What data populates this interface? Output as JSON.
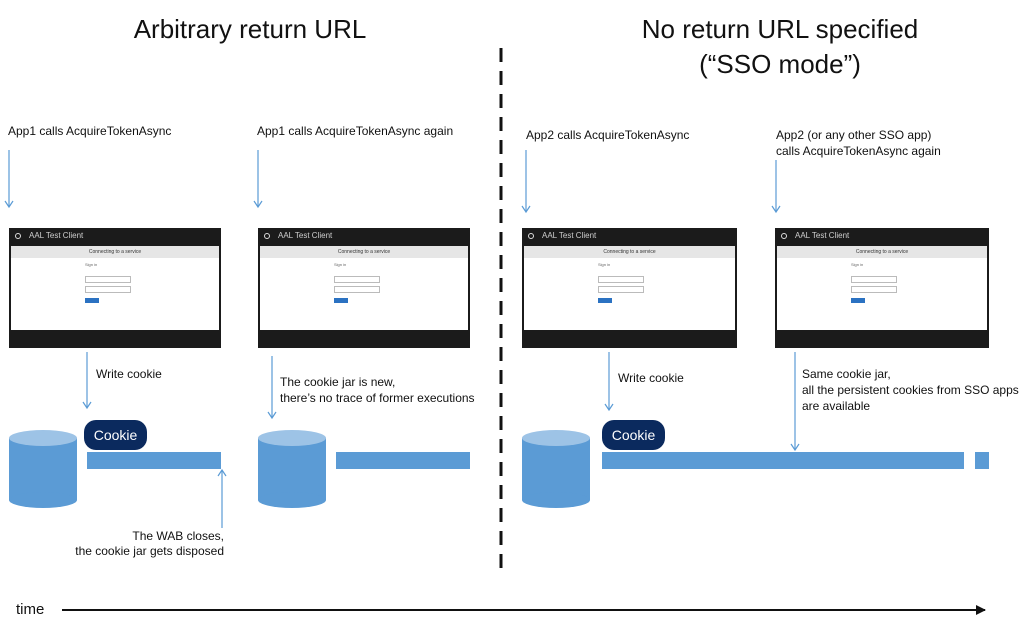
{
  "left_section": {
    "title": "Arbitrary return URL",
    "step1": "App1 calls AcquireTokenAsync",
    "step2": "App1 calls AcquireTokenAsync again",
    "write_cookie": "Write cookie",
    "new_jar_line1": "The cookie jar is new,",
    "new_jar_line2": "there’s no trace of former executions",
    "wab_close_line1": "The WAB closes,",
    "wab_close_line2": "the cookie jar gets disposed",
    "cookie": "Cookie"
  },
  "right_section": {
    "title_line1": "No return URL specified",
    "title_line2": "(“SSO mode”)",
    "step1": "App2 calls AcquireTokenAsync",
    "step2_line1": "App2 (or any other SSO app)",
    "step2_line2": "calls AcquireTokenAsync again",
    "write_cookie": "Write cookie",
    "same_jar_line1": "Same cookie jar,",
    "same_jar_line2": "all the persistent cookies from SSO apps",
    "same_jar_line3": "are available",
    "cookie": "Cookie"
  },
  "browser": {
    "title": "AAL Test Client",
    "header": "Connecting to a service",
    "signin": "Sign in"
  },
  "timeline": {
    "label": "time"
  },
  "colors": {
    "accent_blue": "#5b9bd5",
    "cookie_navy": "#0b2a5e",
    "window_dark": "#1b1b1b"
  }
}
